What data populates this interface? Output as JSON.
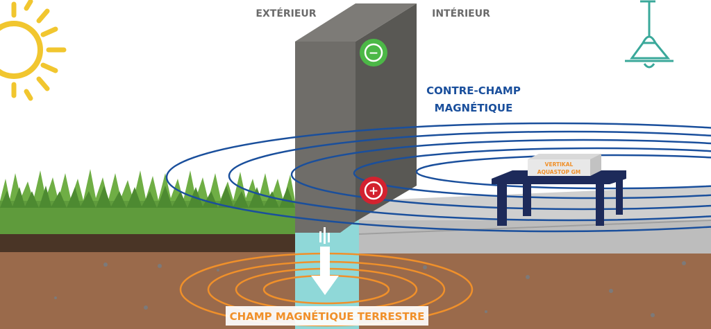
{
  "labels": {
    "exterior": "EXTÉRIEUR",
    "interior": "INTÉRIEUR",
    "counter_field_line1": "CONTRE-CHAMP",
    "counter_field_line2": "MAGNÉTIQUE",
    "earth_field": "CHAMP MAGNÉTIQUE TERRESTRE",
    "product_line1": "VERTIKAL",
    "product_line2": "AQUASTOP GM"
  },
  "symbols": {
    "negative": "−",
    "positive": "+"
  },
  "colors": {
    "sun": "#f1c62f",
    "wall": "#6f6d69",
    "wall_side": "#595854",
    "soil": "#9a6a4b",
    "grass": "#5f9b3c",
    "water": "#8fd8d8",
    "floor": "#c9c9c9",
    "field_blue": "#1a4f9c",
    "field_orange": "#f0902a",
    "label_gray": "#6a6a6a",
    "label_blue": "#1a4f9c",
    "label_orange": "#f0902a",
    "negative": "#4cb847",
    "positive": "#d3222f",
    "table": "#1d2a5a",
    "lamp": "#3aa89a"
  },
  "icons": [
    "sun-icon",
    "lamp-icon",
    "down-arrow-icon",
    "minus-icon",
    "plus-icon"
  ]
}
